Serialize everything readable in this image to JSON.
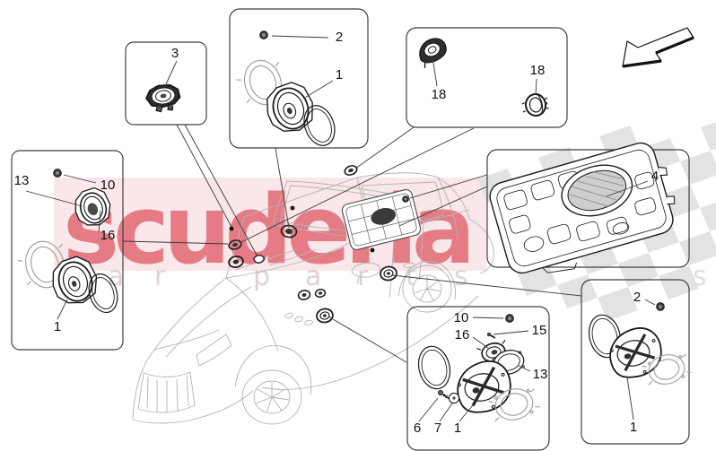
{
  "document": {
    "type": "parts-diagram",
    "subject": "sound diffusion system speakers on SUV body"
  },
  "labels": {
    "n1": "1",
    "n2": "2",
    "n3": "3",
    "n4": "4",
    "n6": "6",
    "n7": "7",
    "n10": "10",
    "n13": "13",
    "n15": "15",
    "n16": "16",
    "n18": "18"
  },
  "groups": [
    {
      "name": "front-left-door-speaker-box",
      "labels": [
        "13",
        "10",
        "16",
        "1"
      ]
    },
    {
      "name": "dash-midrange-box",
      "labels": [
        "3"
      ]
    },
    {
      "name": "front-door-woofer-box",
      "labels": [
        "2",
        "1"
      ]
    },
    {
      "name": "dash-tweeter-box",
      "labels": [
        "18",
        "18"
      ]
    },
    {
      "name": "subwoofer-panel-box",
      "labels": [
        "4"
      ]
    },
    {
      "name": "rear-door-speaker-kit-box",
      "labels": [
        "10",
        "15",
        "16",
        "13",
        "6",
        "7",
        "1"
      ]
    },
    {
      "name": "rear-right-door-speaker-box",
      "labels": [
        "2",
        "1"
      ]
    }
  ],
  "arrow": {
    "direction": "down-left"
  },
  "watermark": {
    "brand_text": "scuderia",
    "tagline_row_letters": [
      "a",
      "r",
      "p",
      "a",
      "r",
      "t",
      "s"
    ],
    "corner_letter": "s",
    "brand_color": "#dd5460",
    "band_color": "#f6d7da",
    "tagline_color": "#dcc9cc",
    "corner_letter_color": "#dadada",
    "checker_color": "#e3e3e3",
    "line_art_color": "#b3b3b3",
    "ink_color": "#1a1a1a"
  }
}
